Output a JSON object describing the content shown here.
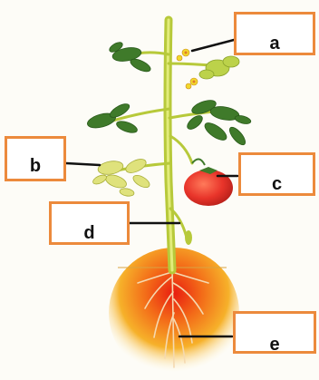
{
  "diagram": {
    "labels": [
      {
        "id": "a",
        "text": "a",
        "part": "flower"
      },
      {
        "id": "b",
        "text": "b",
        "part": "leaf"
      },
      {
        "id": "c",
        "text": "c",
        "part": "fruit"
      },
      {
        "id": "d",
        "text": "d",
        "part": "stem"
      },
      {
        "id": "e",
        "text": "e",
        "part": "root"
      }
    ],
    "colors": {
      "box_border": "#ec8a3c",
      "leader_line": "#111111",
      "stem": "#c9d94a",
      "leaf": "#3f7a2a",
      "leaf_light": "#bcd24a",
      "fruit": "#e8342a",
      "flower": "#f2d82c",
      "root_glow": "#f4a21c"
    }
  }
}
